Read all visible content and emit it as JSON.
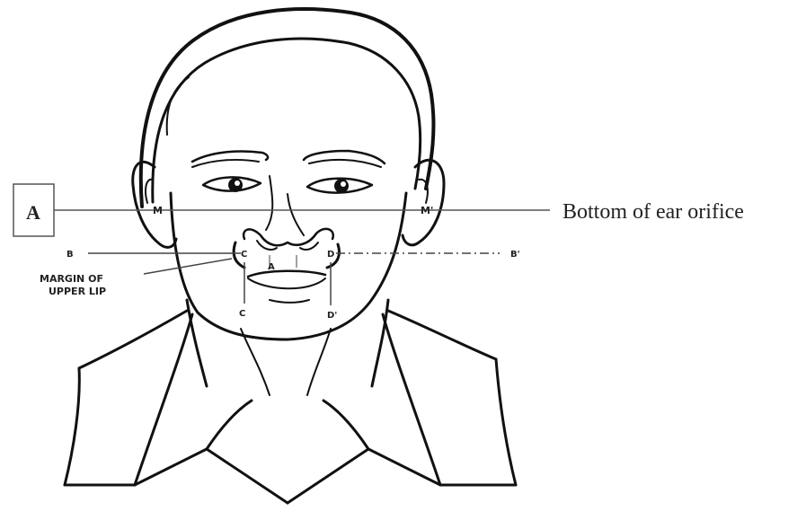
{
  "box_label": "A",
  "ear_line_label": "Bottom of ear orifice",
  "lip_label_line1": "MARGIN OF",
  "lip_label_line2": "UPPER LIP",
  "points": {
    "b_left": "B",
    "b_right": "B'",
    "c_upper": "C",
    "d_upper": "D",
    "c_lower": "C",
    "d_lower": "D'",
    "m_left": "M",
    "m_right": "M'",
    "a_center": "A"
  }
}
